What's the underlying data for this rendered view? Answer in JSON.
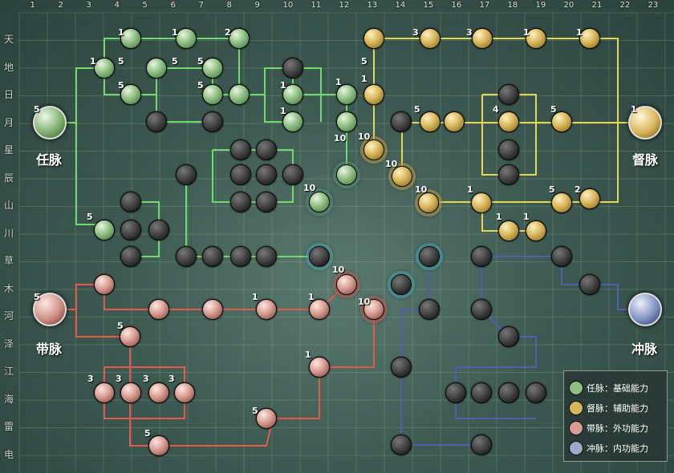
{
  "columns": [
    "1",
    "2",
    "3",
    "4",
    "5",
    "6",
    "7",
    "8",
    "9",
    "10",
    "11",
    "12",
    "13",
    "14",
    "15",
    "16",
    "17",
    "18",
    "19",
    "20",
    "21",
    "22",
    "23"
  ],
  "rows": [
    "天",
    "地",
    "日",
    "月",
    "星",
    "辰",
    "山",
    "川",
    "草",
    "木",
    "河",
    "泽",
    "江",
    "海",
    "雷",
    "电"
  ],
  "meridians": {
    "ren": {
      "name": "任脉",
      "level": "5",
      "color": "#8fbf83"
    },
    "du": {
      "name": "督脉",
      "level": "1",
      "color": "#d8b65a"
    },
    "dai": {
      "name": "带脉",
      "level": "5",
      "color": "#d79d92"
    },
    "chong": {
      "name": "冲脉",
      "level": "",
      "color": "#8fa0c8"
    }
  },
  "legend": [
    {
      "label": "任脉：基础能力",
      "icon": "ren-icon",
      "color": "#8fbf83"
    },
    {
      "label": "督脉：辅助能力",
      "icon": "du-icon",
      "color": "#d8b65a"
    },
    {
      "label": "带脉：外功能力",
      "icon": "dai-icon",
      "color": "#d79d92"
    },
    {
      "label": "冲脉：内功能力",
      "icon": "chong-icon",
      "color": "#9aa9c6"
    }
  ],
  "line_colors": {
    "ren": "#6fdc6a",
    "du": "#e5d94a",
    "dai": "#e45a4a",
    "chong": "#4e5fae"
  },
  "level_labels": {
    "green": [
      "1",
      "1",
      "2",
      "1",
      "5",
      "5",
      "5",
      "5",
      "1",
      "1",
      "1",
      "5",
      "10",
      "10",
      "5"
    ],
    "gold": [
      "3",
      "3",
      "1",
      "1",
      "1",
      "5",
      "5",
      "4",
      "5",
      "10",
      "10",
      "10",
      "1",
      "1",
      "1",
      "5",
      "2"
    ],
    "red": [
      "5",
      "1",
      "1",
      "10",
      "10",
      "5",
      "3",
      "3",
      "3",
      "3",
      "1",
      "5",
      "5"
    ]
  }
}
